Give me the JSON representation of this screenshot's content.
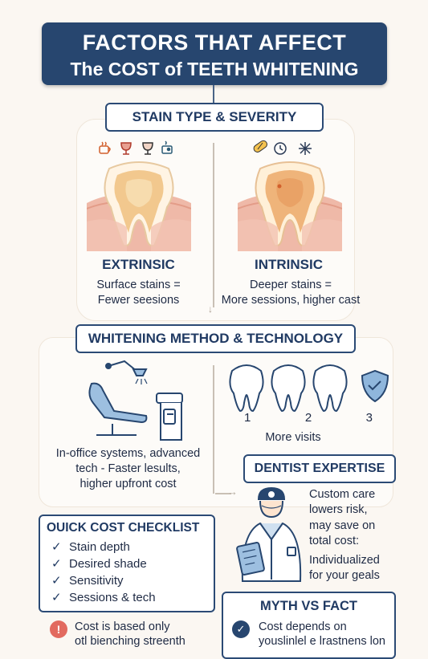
{
  "title": {
    "line1": "FACTORS THAT AFFECT",
    "line2": "The COST of TEETH WHITENING"
  },
  "stain_section": {
    "heading": "STAIN TYPE & SEVERITY",
    "extrinsic": {
      "label": "EXTRINSIC",
      "line1": "Surface stains =",
      "line2": "Fewer seesions"
    },
    "intrinsic": {
      "label": "INTRINSIC",
      "line1": "Deeper stains =",
      "line2": "More sessions, higher cast"
    },
    "icons_left": [
      "coffee-cup-icon",
      "wine-glass-icon",
      "wine-glass-icon",
      "smoking-icon"
    ],
    "icons_right": [
      "pill-icon",
      "clock-icon",
      "sparkle-icon"
    ]
  },
  "method_section": {
    "heading": "WHITENING METHOD & TECHNOLOGY",
    "in_office": {
      "line1": "In-office systems, advanced",
      "line2": "tech - Faster lesults,",
      "line3": "higher upfront cost"
    },
    "visits": {
      "numbers": [
        "1",
        "2",
        "3"
      ],
      "caption": "More visits"
    }
  },
  "dentist_section": {
    "heading": "DENTIST EXPERTISE",
    "lines": [
      "Custom care",
      "lowers risk,",
      "may save on",
      "total cost:",
      "Individualized",
      "for your geals"
    ]
  },
  "checklist": {
    "heading": "OUICK COST CHECKLIST",
    "items": [
      "Stain depth",
      "Desired shade",
      "Sensitivity",
      "Sessions & tech"
    ]
  },
  "myth_fact": {
    "heading": "MYTH VS  FACT",
    "myth": {
      "icon": "!",
      "line1": "Cost is based only",
      "line2": "otl bienching streenth"
    },
    "fact": {
      "line1": "Cost depends on",
      "line2": "youslinlel e lrastnens lon"
    }
  },
  "colors": {
    "navy": "#27466f",
    "accent_blue": "#7fa7cf",
    "gum_pink": "#efb9a8",
    "tooth_core": "#f2c88e",
    "myth_red": "#e26a5f"
  }
}
